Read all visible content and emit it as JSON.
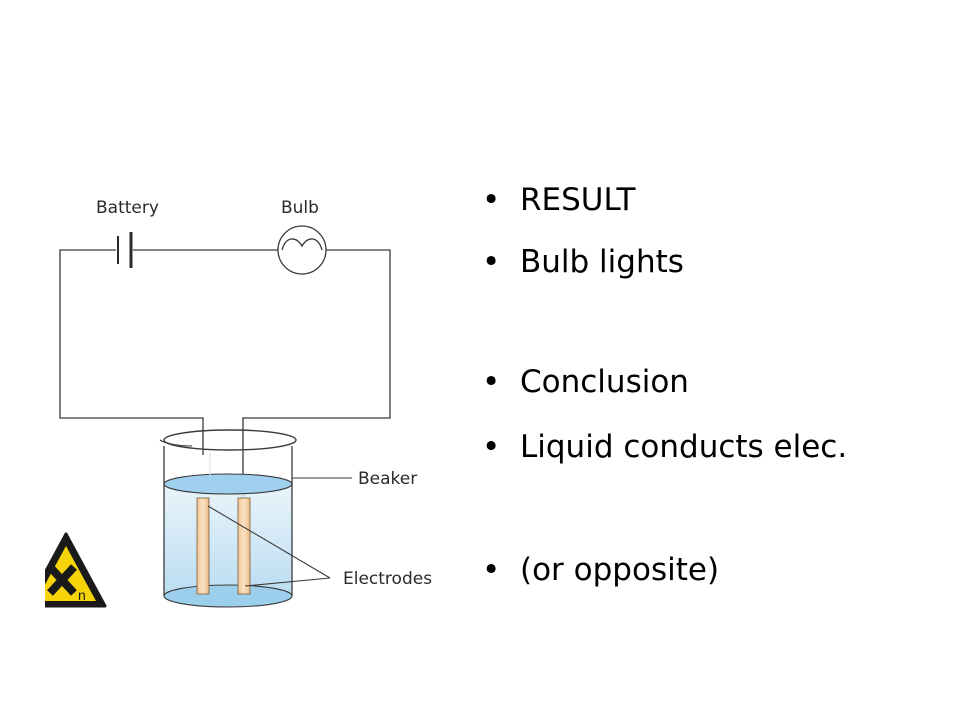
{
  "diagram": {
    "labels": {
      "battery": "Battery",
      "bulb": "Bulb",
      "beaker": "Beaker",
      "electrodes": "Electrodes"
    },
    "hazard_symbol": {
      "icon": "harmful-irritant-hazard-icon",
      "glyph": "n",
      "color": "#f5d50a"
    },
    "liquid_color": "#bfe0f2"
  },
  "bullets": {
    "marker": "•",
    "items": [
      "RESULT",
      "Bulb lights",
      "Conclusion",
      "Liquid conducts elec.",
      "(or opposite)"
    ]
  }
}
